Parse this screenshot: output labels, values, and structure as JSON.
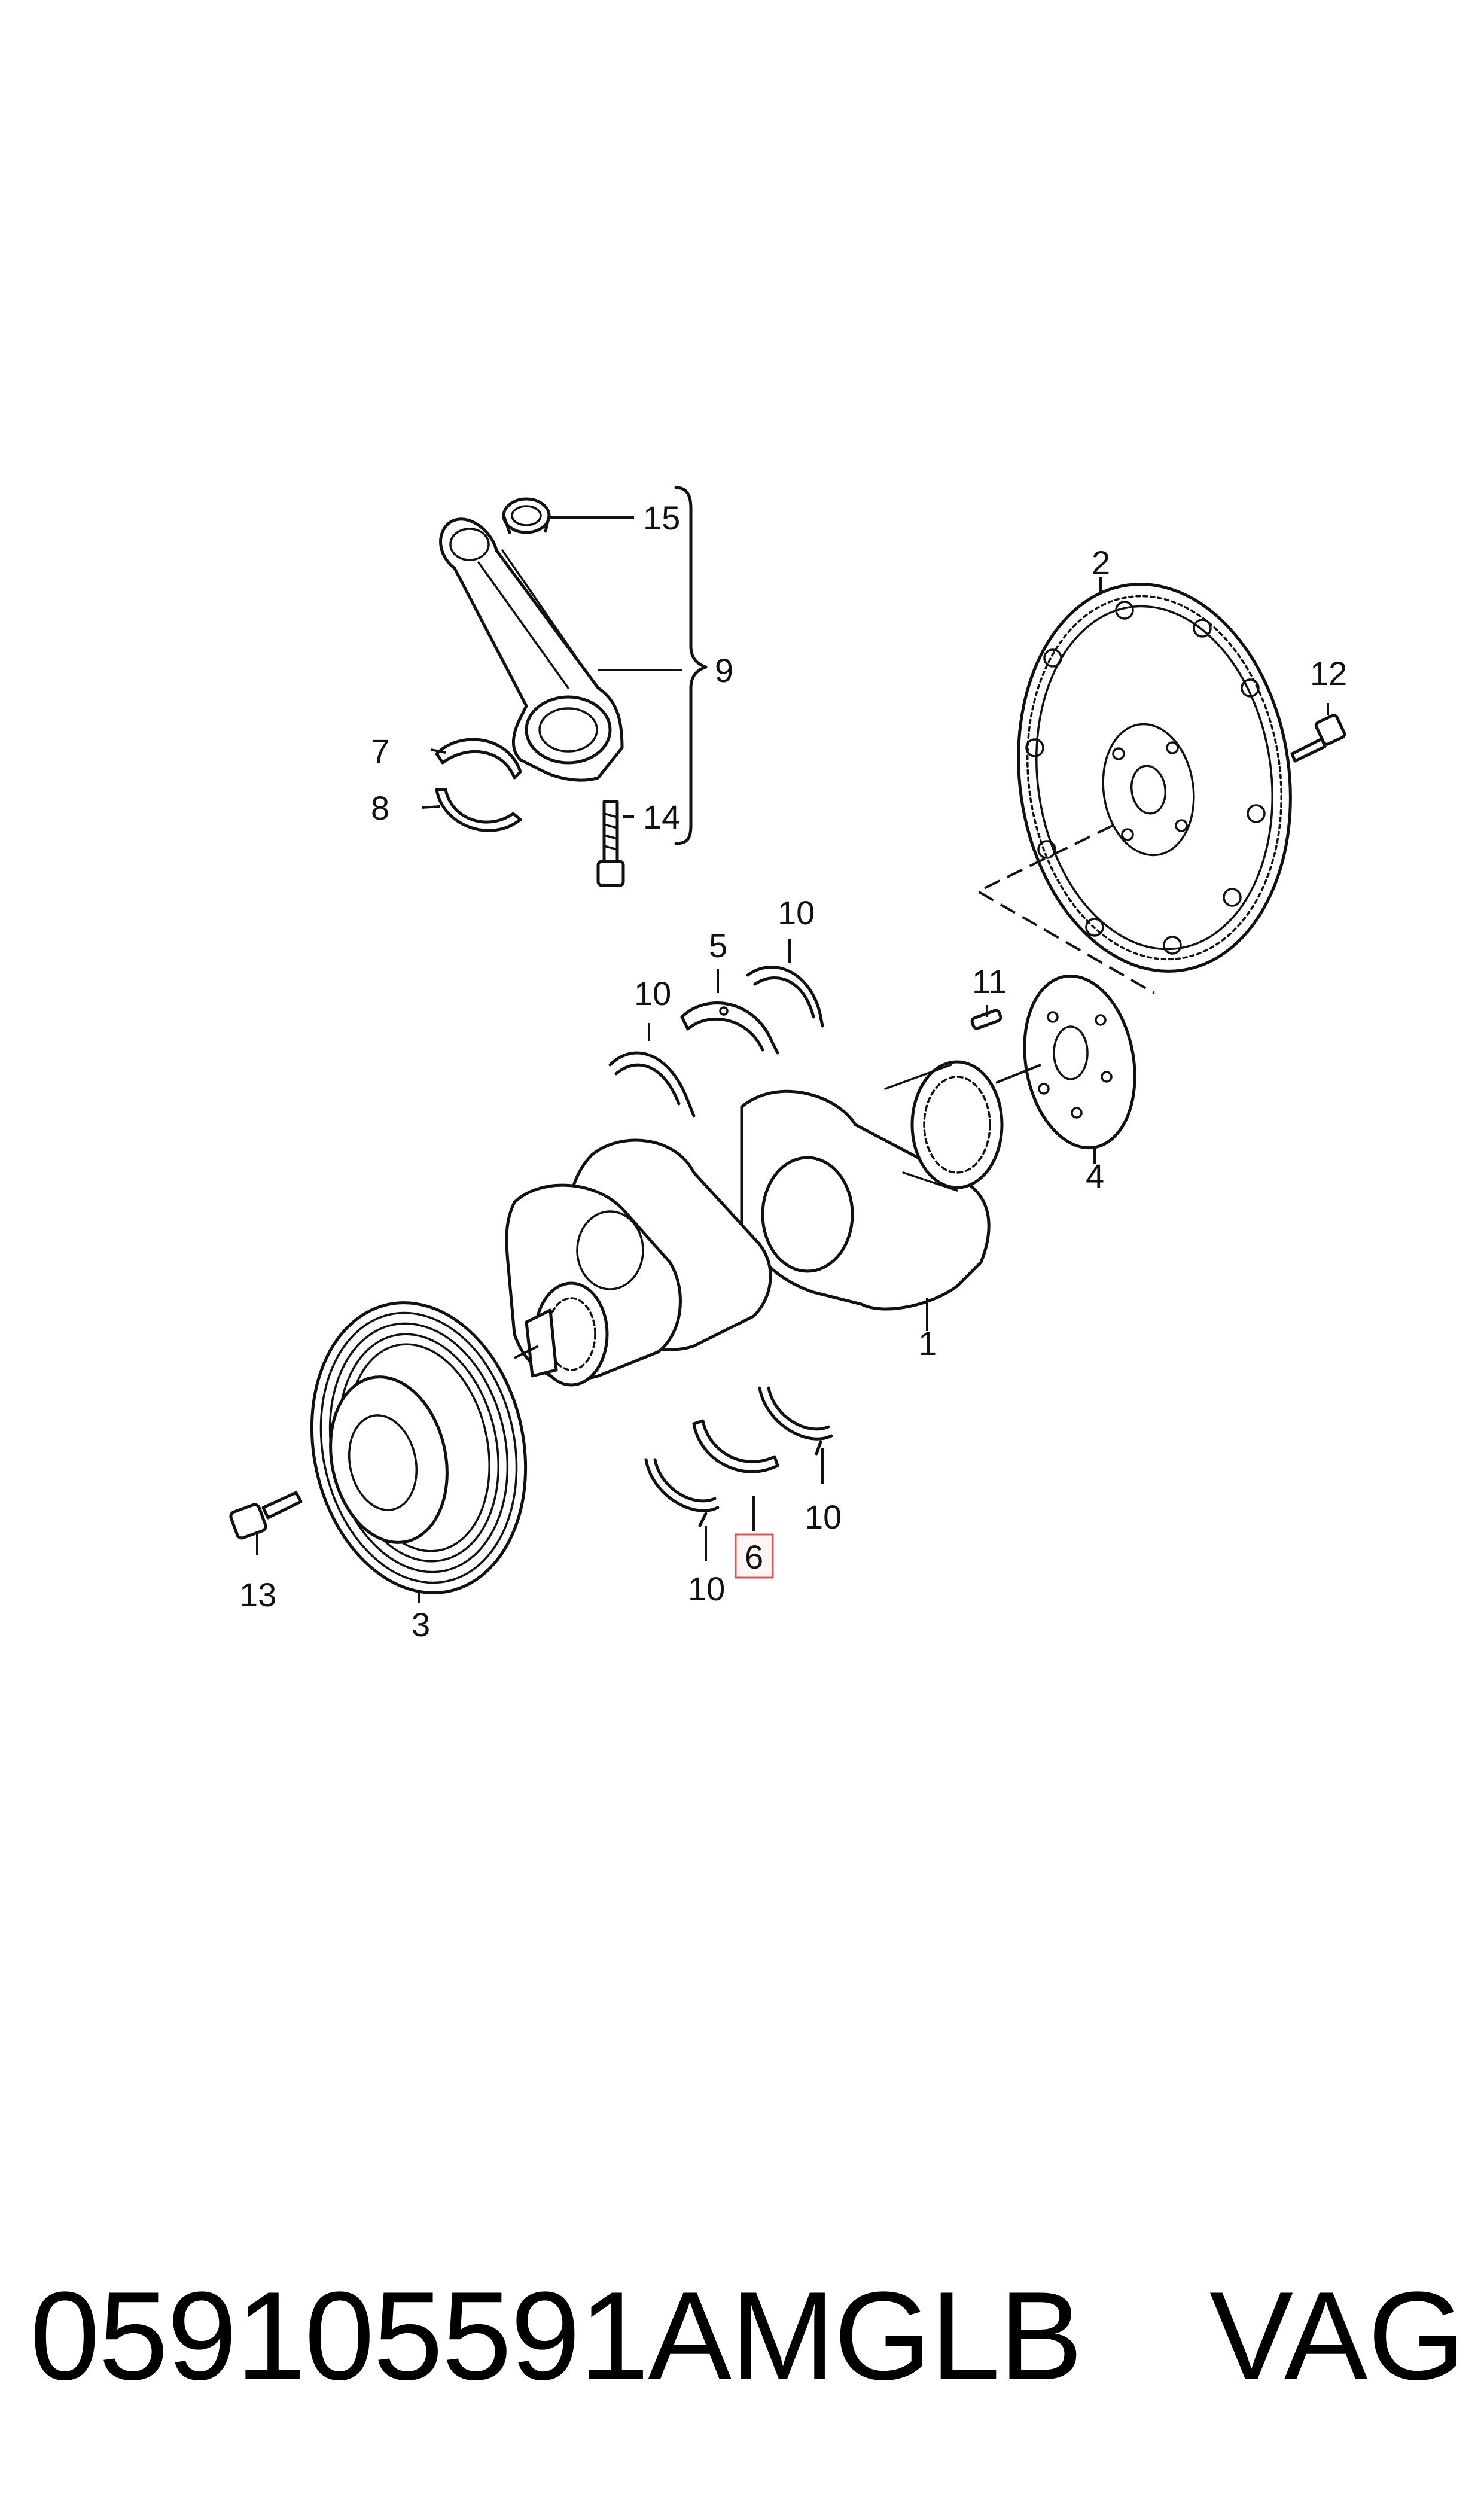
{
  "callouts": {
    "c1": "1",
    "c2": "2",
    "c3": "3",
    "c4": "4",
    "c5": "5",
    "c6": "6",
    "c7": "7",
    "c8": "8",
    "c9": "9",
    "c10a": "10",
    "c10b": "10",
    "c10c": "10",
    "c10d": "10",
    "c11": "11",
    "c12": "12",
    "c13": "13",
    "c14": "14",
    "c15": "15"
  },
  "highlighted_callout": "6",
  "highlight_color": "#e05050",
  "footer": {
    "part_number": "059105591AMGLB",
    "brand": "VAG"
  }
}
